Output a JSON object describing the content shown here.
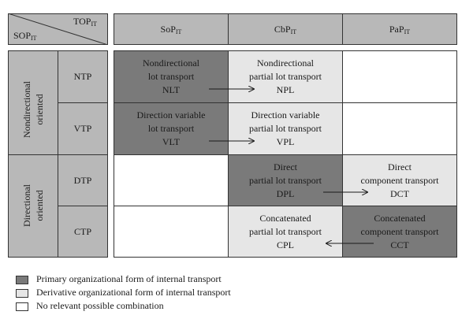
{
  "header": {
    "corner_top": "TOP",
    "corner_top_sub": "IT",
    "corner_left": "SOP",
    "corner_left_sub": "IT",
    "columns": [
      {
        "label": "SoP",
        "sub": "IT"
      },
      {
        "label": "CbP",
        "sub": "IT"
      },
      {
        "label": "PaP",
        "sub": "IT"
      }
    ]
  },
  "groups": {
    "nondirectional": "Nondirectional oriented",
    "directional": "Directional oriented"
  },
  "rows": [
    "NTP",
    "VTP",
    "DTP",
    "CTP"
  ],
  "cells": {
    "nlt": [
      "Nondirectional",
      "lot transport",
      "NLT"
    ],
    "npl": [
      "Nondirectional",
      "partial lot transport",
      "NPL"
    ],
    "vlt": [
      "Direction variable",
      "lot transport",
      "VLT"
    ],
    "vpl": [
      "Direction variable",
      "partial lot transport",
      "VPL"
    ],
    "dpl": [
      "Direct",
      "partial lot transport",
      "DPL"
    ],
    "dct": [
      "Direct",
      "component transport",
      "DCT"
    ],
    "cpl": [
      "Concatenated",
      "partial lot transport",
      "CPL"
    ],
    "cct": [
      "Concatenated",
      "component transport",
      "CCT"
    ]
  },
  "legend": {
    "primary": "Primary organizational form of internal transport",
    "derivative": "Derivative organizational form of internal transport",
    "none": "No relevant possible combination"
  },
  "colors": {
    "primary": "#7a7a7a",
    "derivative": "#e6e6e6",
    "none": "#ffffff",
    "header": "#b8b8b8"
  }
}
